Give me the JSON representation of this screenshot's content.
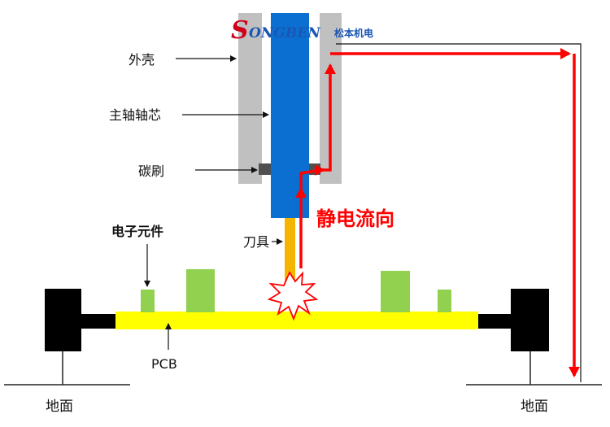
{
  "logo": {
    "initial": "S",
    "rest": "ONGBEN",
    "cn": "松本机电"
  },
  "labels": {
    "shell": "外壳",
    "spindle_core": "主轴轴芯",
    "carbon_brush": "碳刷",
    "component": "电子元件",
    "tool": "刀具",
    "pcb": "PCB",
    "ground_left": "地面",
    "ground_right": "地面",
    "flow": "静电流向"
  },
  "colors": {
    "shell": "#c0c0c0",
    "spindle": "#0a6fd0",
    "tool": "#f5b400",
    "pcb": "#ffff00",
    "component": "#92d050",
    "clamp": "#000000",
    "brush": "#505050",
    "flow": "#ff0000",
    "logo_red": "#d0001b",
    "logo_blue": "#1b56b4"
  },
  "icons": {
    "spark": "spark-burst-icon"
  }
}
